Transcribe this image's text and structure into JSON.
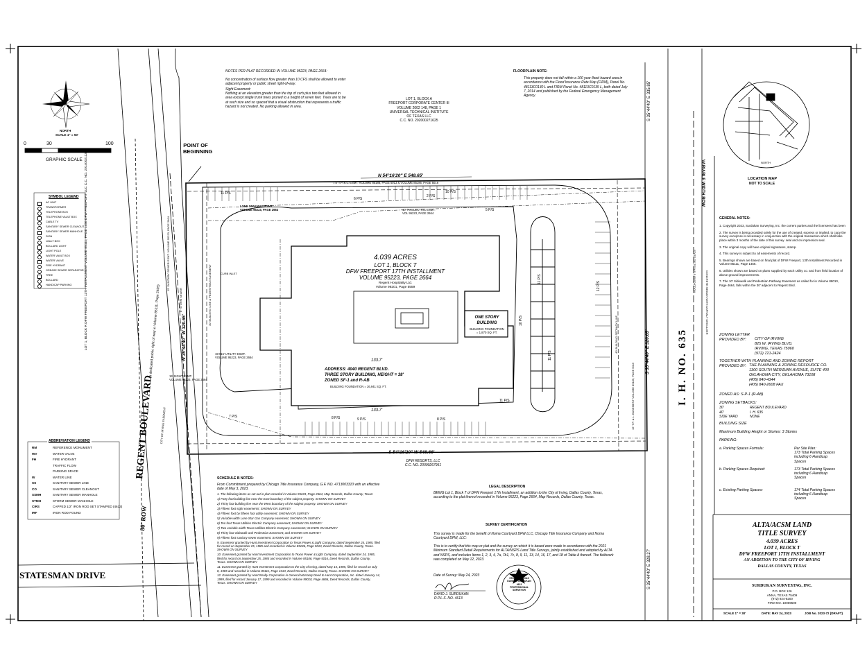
{
  "north_arrow": {
    "label": "NORTH",
    "scale": "SCALE 1\" = 50'"
  },
  "graphic_scale": {
    "ticks": [
      "0",
      "30",
      "100"
    ],
    "label": "GRAPHIC SCALE"
  },
  "roads": {
    "regent": "REGENT BOULEVARD",
    "row80": "80' ROW",
    "statesman": "STATESMAN DRIVE",
    "ih635": "I. H. NO. 635",
    "variable_row": "VARIABLE WIDTH ROW"
  },
  "point_of_beginning": "POINT OF BEGINNING",
  "plat_notes": {
    "title": "NOTES PER PLAT RECORDED IN VOLUME 95223, PAGE 2664:",
    "body": "No concentration of surface flow greater than 10 CFS shall be allowed to enter adjacent property or public street right-of-way.",
    "sight_title": "Sight Easement:",
    "sight_body": "Nothing at an elevation greater than the top of curb plus two feet allowed in area except single trunk trees pruned to a height of seven feet. Trees are to be at such size and so spaced that a visual obstruction that represents a traffic hazard is not created. No parking allowed in area."
  },
  "lot_a": "LOT 1, BLOCK A\nFREEPORT CORPORATE CENTER III\nVOLUME 2002 148, PAGE 1\nUNIVERSAL TECHNICAL INSTITUTE\nOF TEXAS LLC\nC.C. NO. 202000271625",
  "floodplain": {
    "title": "FLOODPLAIN NOTE:",
    "body": "This property does not fall within a 100 year flood hazard area in accordance with the Flood Insurance Rate Map (FIRM), Panel No. 48113C0130 L and FIRM Panel No. 48113C0135 L, both dated July 7, 2014 and published by the Federal Emergency Management Agency."
  },
  "site": {
    "acreage": "4.039 ACRES",
    "lot": "LOT 1, BLOCK T",
    "install": "DFW FREEPORT 17TH INSTALLMENT",
    "volume": "VOLUME 95223, PAGE 2664",
    "owner": "Regent Hospitality Ltd.\nVolume 98201, Page 5559",
    "address": "ADDRESS: 4040 REGENT BLVD.",
    "building": "THREE STORY BUILDING, HEIGHT = 38'",
    "zoned": "ZONED SF-1 and R-AB",
    "footprint": "BUILDING FOUNDATION = 26,941 SQ. FT.",
    "one_story": "ONE STORY\nBUILDING",
    "dim1": "133.7'",
    "dim2": "133.7'"
  },
  "bearings": {
    "north": "N 54°16'20\" E 548.65'",
    "south": "S 54°16'20\" W 548.66'",
    "west": "N 35°44'40\" W 320.65'",
    "east": "S 35°44'40\" E 320.65'",
    "east_top": "S 35°44'40\" E 335.85'",
    "east_bottom": "S 35°44'40\" E 328.27'"
  },
  "parking_labels": [
    "11 P/S",
    "6 P/S",
    "10 P/S",
    "9 P/S",
    "8 P/S",
    "11 P/S",
    "11 P/S",
    "12 P/S",
    "2 P/S",
    "5 P/S",
    "7 P/S",
    "10 P/S",
    "11 P/S",
    "8 P/S"
  ],
  "dfw_resorts": "DFW RESORTS, LLC\nC.C. NO. 20090267951",
  "symbol_legend": {
    "title": "SYMBOL LEGEND",
    "items": [
      "AC UNIT",
      "TRANSFORMER",
      "TELEPHONE BOX",
      "TELEPHONE VAULT BOX",
      "CABLE TV",
      "SANITARY SEWER CLEANOUT",
      "SANITARY SEWER MANHOLE",
      "SIGN",
      "VAULT BOX",
      "BOLLARD LIGHT",
      "LIGHT POLE",
      "WATER VAULT BOX",
      "WATER VALVE",
      "FIRE HYDRANT",
      "GREASE SEWER SEPARATOR",
      "TREE",
      "BOLLARD",
      "HANDICAP PARKING"
    ]
  },
  "abbrev_legend": {
    "title": "ABBREVIATION LEGEND",
    "items": [
      [
        "RM",
        "REFERENCE MONUMENT"
      ],
      [
        "WV",
        "WATER VALVE"
      ],
      [
        "FH",
        "FIRE HYDRANT"
      ],
      [
        "",
        "TRAFFIC FLOW"
      ],
      [
        "",
        "PARKING SPACE"
      ],
      [
        "W",
        "WATER LINE"
      ],
      [
        "SS",
        "SANITARY SEWER LINE"
      ],
      [
        "CO",
        "SANITARY SEWER CLEANOUT"
      ],
      [
        "SSMH",
        "SANITARY SEWER MANHOLE"
      ],
      [
        "STMH",
        "STORM SEWER MANHOLE"
      ],
      [
        "CIRS",
        "CAPPED 1/2\" IRON ROD SET STAMPED (4613)"
      ],
      [
        "IRF",
        "IRON ROD FOUND"
      ]
    ]
  },
  "west_dedication": "(a dedicated public right of way in Volume 85111, Page 2405)",
  "west_lot": "LOT 1, BLOCK R\nDFW FREEPORT 13TH INSTALLMENT\nVOLUME 85111, PAGE 1456\nDFW FREEPORT LLC\nC.C. NO. 201400211331",
  "schedule_b": {
    "title": "SCHEDULE B NOTES:",
    "intro": "From Commitment prepared by Chicago Title Insurance Company, G.F. NO. 4713003310 with an effective date of May 3, 2023.",
    "items": [
      "1. The following items as set out in plat recorded in Volume 95223, Page 2664, Map Records, Dallas County, Texas:",
      "1) Forty foot building line near the East boundary of the subject property. SHOWN ON SURVEY",
      "2) Thirty foot building line near the West boundary of the subject property. SHOWN ON SURVEY",
      "3) Fifteen foot sight easements; SHOWN ON SURVEY",
      "4) Fifteen foot by fifteen foot utility easement; SHOWN ON SURVEY",
      "5) Variable width Lone Star Gas Company easement; SHOWN ON SURVEY",
      "6) Ten foot Texas Utilities Electric Company easement; SHOWN ON SURVEY",
      "7) Two variable width Texas Utilities Electric Company easements; SHOWN ON SURVEY",
      "8) Thirty foot Sidewalk and Pedestrian Easement; and SHOWN ON SURVEY",
      "9) Fifteen foot sanitary sewer easement. SHOWN ON SURVEY",
      "9. Easement granted by Hunt Investment Corporation to Texas Power & Light Company, dated September 24, 1985, filed for record on September 25, 1985 and recorded in Volume 85186, Page 5013, Deed Records, Dallas County, Texas. SHOWN ON SURVEY",
      "10. Easement granted by Hunt Investment Corporation to Texas Power & Light Company, dated September 24, 1985, filed for record on September 25, 1985 and recorded in Volume 85186, Page 5016, Deed Records, Dallas County, Texas. SHOWN ON SURVEY",
      "11. Easement granted by Hunt Investment Corporation to the City of Irving, dated May 15, 1985, filed for record on July 8, 1985 and recorded in Volume 85111, Page 4313, Deed Records, Dallas County, Texas. SHOWN ON SURVEY",
      "12. Easement granted by Hunt Realty Corporation in General Warranty Deed to Hunt Corporation, Inc. dated January 14, 1999, filed for record January 17, 1999 and recorded in Volume 99010, Page 4866, Deed Records, Dallas County, Texas. SHOWN ON SURVEY"
    ]
  },
  "legal": {
    "title": "LEGAL DESCRIPTION",
    "body": "BEING Lot 1, Block T of DFW Freeport 17th Installment, an addition to the City of Irving, Dallas County, Texas, according to the plat thereof recorded in Volume 95223, Page 2664, Map Records, Dallas County, Texas."
  },
  "certification": {
    "title": "SURVEY CERTIFICATION",
    "body1": "This survey is made for the benefit of Noma Courtyard DFW LLC, Chicago Title Insurance Company and Noma Courtyard DFW, LLC:",
    "body2": "This is to certify that this map or plat and the survey on which it is based were made in accordance with the 2021 Minimum Standard Detail Requirements for ALTA/NSPS Land Title Surveys, jointly established and adopted by ALTA and NSPS, and includes Items 1, 2, 3, 4, 7a, 7b1, 7c, 8, 9, 11, 13, 14, 16, 17, and 18 of Table A thereof. The fieldwork was completed on May 12, 2023.",
    "date": "Date of Survey: May 24, 2023",
    "name": "DAVID J. SURDUKAN",
    "rpls": "R.P.L.S. NO. 4613",
    "seal": "STATE OF TEXAS\nDAVID J. SURDUKAN\n4613\nPROFESSIONAL\nSURVEYOR"
  },
  "location_map": {
    "title": "LOCATION MAP",
    "subtitle": "NOT TO SCALE",
    "north": "NORTH"
  },
  "general_notes": {
    "title": "GENERAL NOTES:",
    "items": [
      "1. Copyright 2023, Surdukan Surveying, Inc. the current parties and the licensees has been",
      "2. The survey is being provided solely for the use of created, express or implied, to copy the survey except as is necessary in conjunction with the original transaction which shall take place within 3 months of the date of this survey. seal and on impression seal.",
      "3. The original copy will have original signatures, stamp.",
      "4. This survey is subject to all easements of record.",
      "5. Bearings shown are based on final plat of DFW Freeport, 13th Installment Recorded in Volume 85111, Page 1456.",
      "6. Utilities shown are based on plans supplied by each Utility co. and from field location of above ground improvements.",
      "7. The 10' Sidewalk and Pedestrian Pathway Easement as called for in Volume 88010, Page 4664, falls within the 30' adjacent to Regent Blvd."
    ]
  },
  "zoning": {
    "letter_label": "ZONING LETTER\nPROVIDED BY:",
    "letter_by": "CITY OF IRVING\n825 W. IRVING BLVD.\nIRVING, TEXAS 75060\n(972) 721-2424",
    "report_label": "TOGETHER WITH PLANNING AND ZONING REPORT\nPROVIDED BY:",
    "report_by": "THE PLANNING & ZONING RESOURCE CO.\n1300 SOUTH MERIDIAN AVENUE, SUITE 400\nOKLAHOMA CITY, OKLAHOMA 73108\n(405) 840-4344\n(405) 840-2608 FAX",
    "zoned_as": "ZONED AS: S-P-1 (R-AB)",
    "setbacks_title": "ZONING SETBACKS:",
    "setbacks": [
      [
        "30'",
        "REGENT BOULEVARD"
      ],
      [
        "40'",
        "I. H. 635"
      ],
      [
        "SIDE YARD",
        "NONE"
      ]
    ],
    "building_size": "BUILDING SIZE",
    "max_height": "Maximum Building Height or Stories: 3 Stories",
    "parking_title": "PARKING:",
    "parking": [
      [
        "a. Parking Spaces Formula:",
        "Per Site Plan:\n173 Total Parking Spaces\nincluding 6 Handicap\nSpaces"
      ],
      [
        "b. Parking Spaces Required:",
        "173 Total Parking Spaces\nincluding 6 Handicap\nSpaces"
      ],
      [
        "c. Existing Parking Spaces:",
        "174 Total Parking Spaces\nincluding 6 Handicap\nSpaces"
      ]
    ]
  },
  "title_block": {
    "l1": "ALTA/ACSM LAND",
    "l2": "TITLE SURVEY",
    "l3": "4.039 ACRES",
    "l4": "LOT 1, BLOCK T",
    "l5": "DFW FREEPORT 17TH INSTALLMENT",
    "l6": "AN ADDITION TO THE CITY OF IRVING",
    "l7": "DALLAS COUNTY, TEXAS",
    "firm": "SURDUKAN SURVEYING, INC.",
    "firm_info": "P.O. BOX 126\nANNA, TEXAS 75409\n(972) 924-8200\nFIRM NO. 10069500"
  },
  "footer": {
    "scale": "SCALE 1\" = 30'",
    "date": "DATE: MAY 24, 2023",
    "job": "JOB No. 2023-72 (DRAFT)"
  },
  "easement_labels": {
    "lone_star": "LONE STAR GAS ESMT.\nVOLUME 95223, PAGE 2664",
    "tu_electric": "10' TU ELECTRIC ESMT.\nVOL 95223, PAGE 2664",
    "top_esmt": "7.5' T.P. & L. ESMT. VOLUME 85186, PAGE 5013 & VOLUME 85186, PAGE 5016",
    "utility": "15'X15' UTILITY ESMT.\nVOLUME 95223, PAGE 2664",
    "sight": "15' SIGHT ESMT.\nVOLUME 95223, PAGE 2664",
    "bldg_line_w": "30' BUILDING LINE & PEDESTRIAN EASEMENT",
    "bldg_line_e": "40' BUILDING SETBACK LINE",
    "tpl_e": "15' T.P. & L. EASEMENT VOLUME 85186, PAGE 5016",
    "state_juris": "STATE OF TEXAS JURISDICTION",
    "concrete": "CONCRETE MEDIAN WITH ASPHALT SHOULDER",
    "city_irving": "CITY OF IRVING EASEMENT",
    "san_sewer": "15' SANITARY SEWER ESMT.\nVOLUME 95223, PAGE 2664"
  },
  "misc": {
    "curb_inlet": "CURB INLET",
    "storm_sewer": "8\" STORM SEWER",
    "one_story_detail": "BUILDING FOUNDATION\n= 1,870 SQ. FT."
  }
}
